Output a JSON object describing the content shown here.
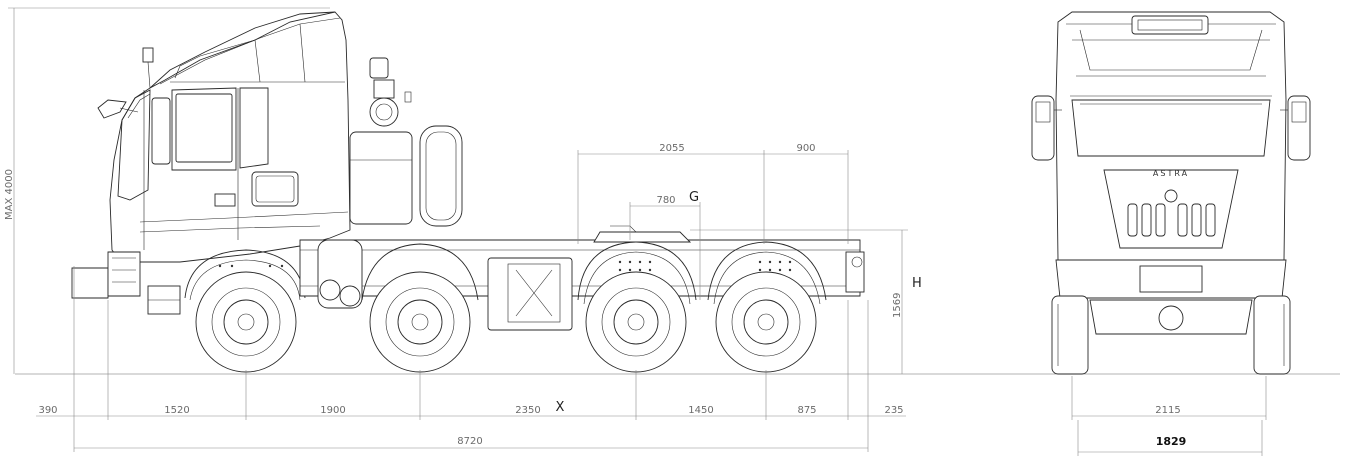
{
  "drawing": {
    "height_label": "MAX 4000",
    "h_label": "H",
    "h_value": "1569",
    "g_label": "G",
    "g_value": "780",
    "upper_dims": [
      "2055",
      "900"
    ],
    "x_label": "X",
    "bottom_dims": [
      "390",
      "1520",
      "1900",
      "2350",
      "1450",
      "875",
      "235"
    ],
    "total_length": "8720",
    "front_width": "2115",
    "front_track": "1829",
    "brand_text": "ASTRA"
  }
}
